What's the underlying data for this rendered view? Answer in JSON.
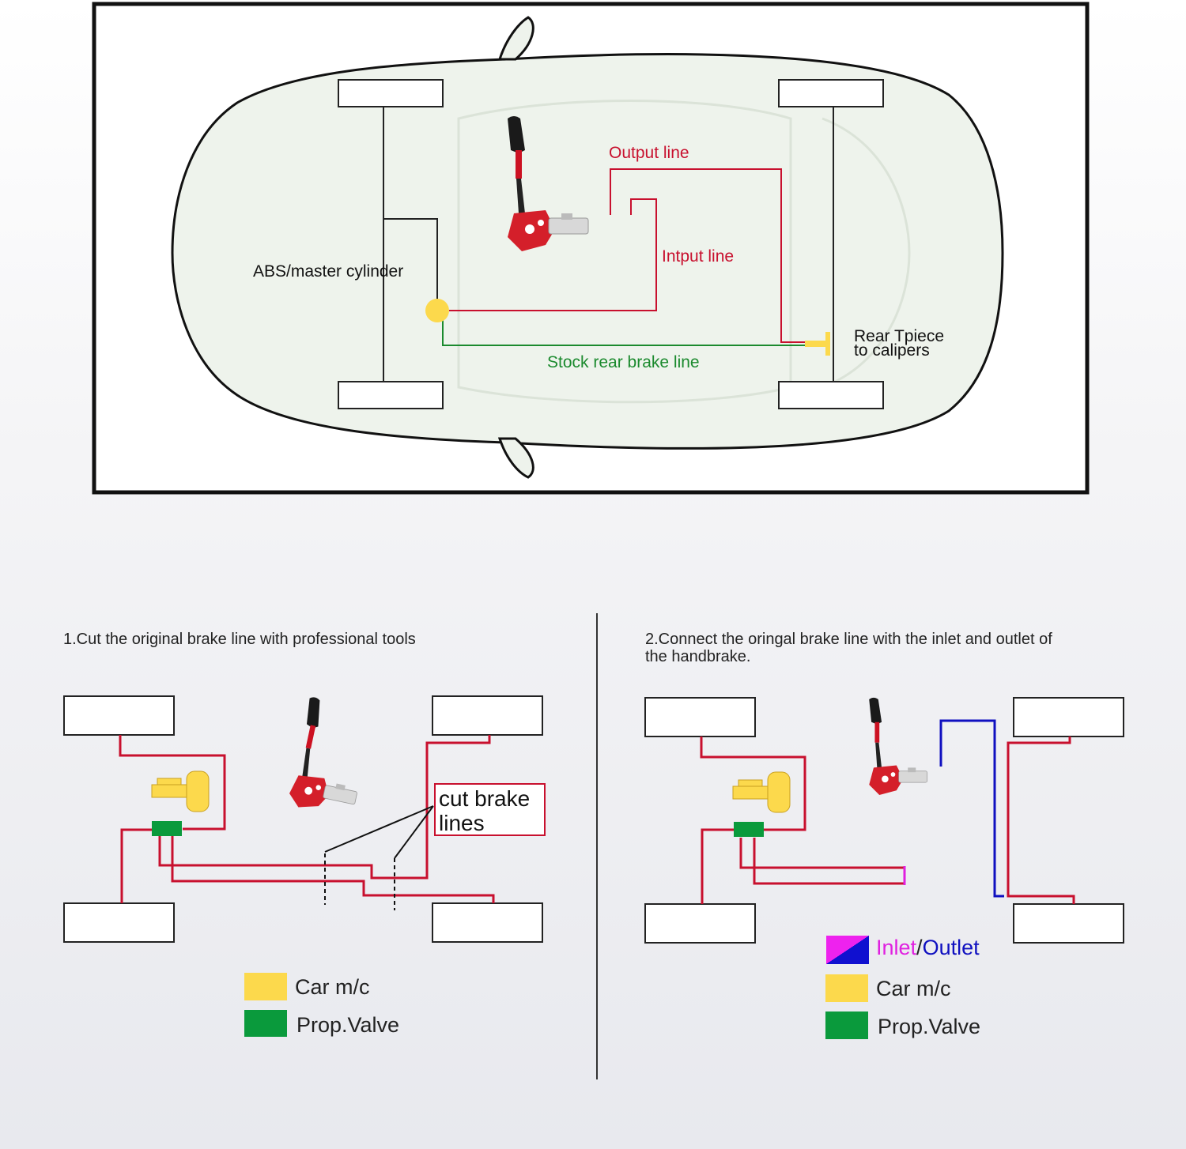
{
  "top": {
    "labels": {
      "output_line": "Output line",
      "input_line": "Intput line",
      "abs": "ABS/master cylinder",
      "stock_line": "Stock rear brake line",
      "rear_tpiece_1": "Rear Tpiece",
      "rear_tpiece_2": "to calipers"
    }
  },
  "step1": {
    "caption": "1.Cut the original brake line with professional tools",
    "cut_label_1": "cut brake",
    "cut_label_2": "lines",
    "legend": [
      {
        "label": "Car m/c",
        "color": "#fcd94c"
      },
      {
        "label": "Prop.Valve",
        "color": "#0a9a3c"
      }
    ]
  },
  "step2": {
    "caption_1": "2.Connect the oringal brake line with the inlet and outlet of",
    "caption_2": "the handbrake.",
    "legend_inlet": "Inlet",
    "legend_sep": "/",
    "legend_outlet": "Outlet",
    "legend": [
      {
        "label": "Car m/c",
        "color": "#fcd94c"
      },
      {
        "label": "Prop.Valve",
        "color": "#0a9a3c"
      }
    ]
  },
  "colors": {
    "brake_red": "#c8102e",
    "stock_green": "#1b8a2e",
    "inlet_magenta": "#e020e0",
    "outlet_blue": "#1010c0",
    "master_yellow": "#fcd94c",
    "valve_green": "#0a9a3c"
  }
}
